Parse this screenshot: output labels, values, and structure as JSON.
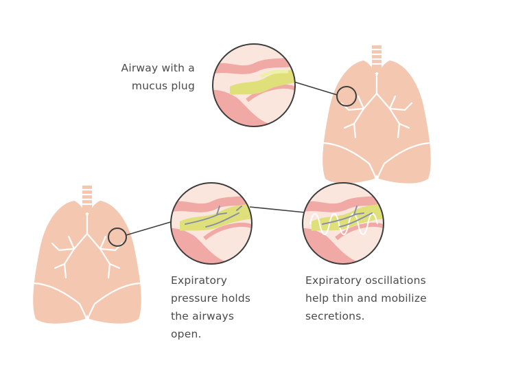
{
  "captions": {
    "mucus_plug": [
      "Airway with a",
      "mucus plug"
    ],
    "expiratory_pressure": [
      "Expiratory",
      "pressure holds",
      "the airways",
      "open."
    ],
    "expiratory_oscillations": [
      "Expiratory oscillations",
      "help thin and mobilize",
      "secretions."
    ]
  },
  "colors": {
    "lung": "#f3c7b0",
    "lung_lines": "#ffffff",
    "airway_tissue": "#f1a9a5",
    "airway_outer": "#f7d5cf",
    "airway_lumen": "#fbe6de",
    "mucus": "#dfe07a",
    "mucus_light": "#eef0a8",
    "outline": "#3d3d3d",
    "pressure_line": "#8a8fa8"
  },
  "icons": [
    "lungs-icon",
    "magnified-airway-icon"
  ]
}
